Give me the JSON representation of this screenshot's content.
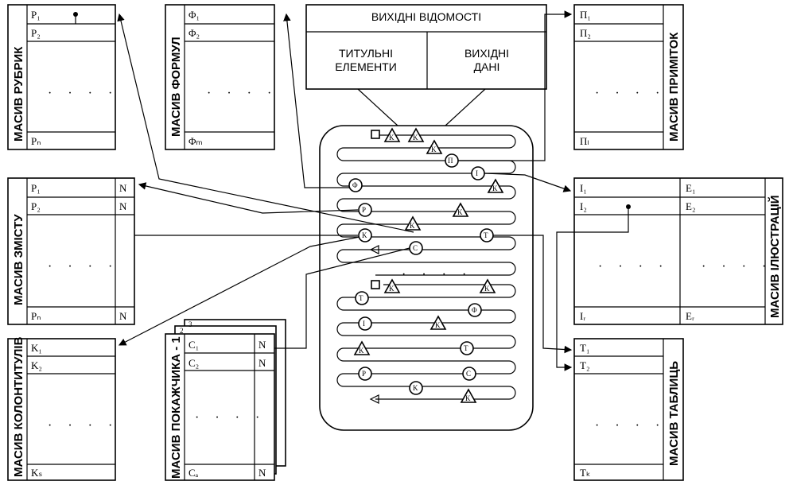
{
  "header": {
    "title": "ВИХІДНІ ВІДОМОСТІ",
    "left_line1": "ТИТУЛЬНІ",
    "left_line2": "ЕЛЕМЕНТИ",
    "right_line1": "ВИХІДНІ",
    "right_line2": "ДАНІ"
  },
  "arrays": {
    "rubrics": {
      "title": "МАСИВ РУБРИК",
      "r1": "P₁",
      "r2": "P₂",
      "rn": "Pₙ",
      "dots": "· · · ·"
    },
    "formulas": {
      "title": "МАСИВ ФОРМУЛ",
      "r1": "Φ₁",
      "r2": "Φ₂",
      "rn": "Φₘ",
      "dots": "· · · ·"
    },
    "notes": {
      "title": "МАСИВ ПРИМІТОК",
      "r1": "П₁",
      "r2": "П₂",
      "rn": "Пₗ",
      "dots": "· · · ·"
    },
    "contents": {
      "title": "МАСИВ ЗМІСТУ",
      "r1": "P₁",
      "r2": "P₂",
      "rn": "Pₙ",
      "n": "N",
      "dots": "· · · ·"
    },
    "illustrations": {
      "title": "МАСИВ ІЛЮСТРАЦІЙ",
      "i1": "I₁",
      "i2": "I₂",
      "in": "Iᵣ",
      "e1": "E₁",
      "e2": "E₂",
      "en": "Eᵣ",
      "dots": "· · · ·"
    },
    "running_titles": {
      "title": "МАСИВ КОЛОНТИТУЛІВ",
      "r1": "K₁",
      "r2": "K₂",
      "rn": "Kₛ",
      "dots": "· · · ·"
    },
    "index": {
      "title": "МАСИВ ПОКАЖЧИКА - 1",
      "r1": "C₁",
      "r2": "C₂",
      "rn": "Cₐ",
      "n": "N",
      "page2": "2",
      "page3": "3",
      "dots": "· · · ·"
    },
    "tables": {
      "title": "МАСИВ ТАБЛИЦЬ",
      "r1": "T₁",
      "r2": "T₂",
      "rn": "Tₖ",
      "dots": "· · · ·"
    }
  },
  "center": {
    "dots": "· · · ·",
    "markers": {
      "k": "K",
      "p": "П",
      "i": "I",
      "f": "Φ",
      "r": "P",
      "kol": "K",
      "t": "T",
      "c": "C"
    }
  }
}
